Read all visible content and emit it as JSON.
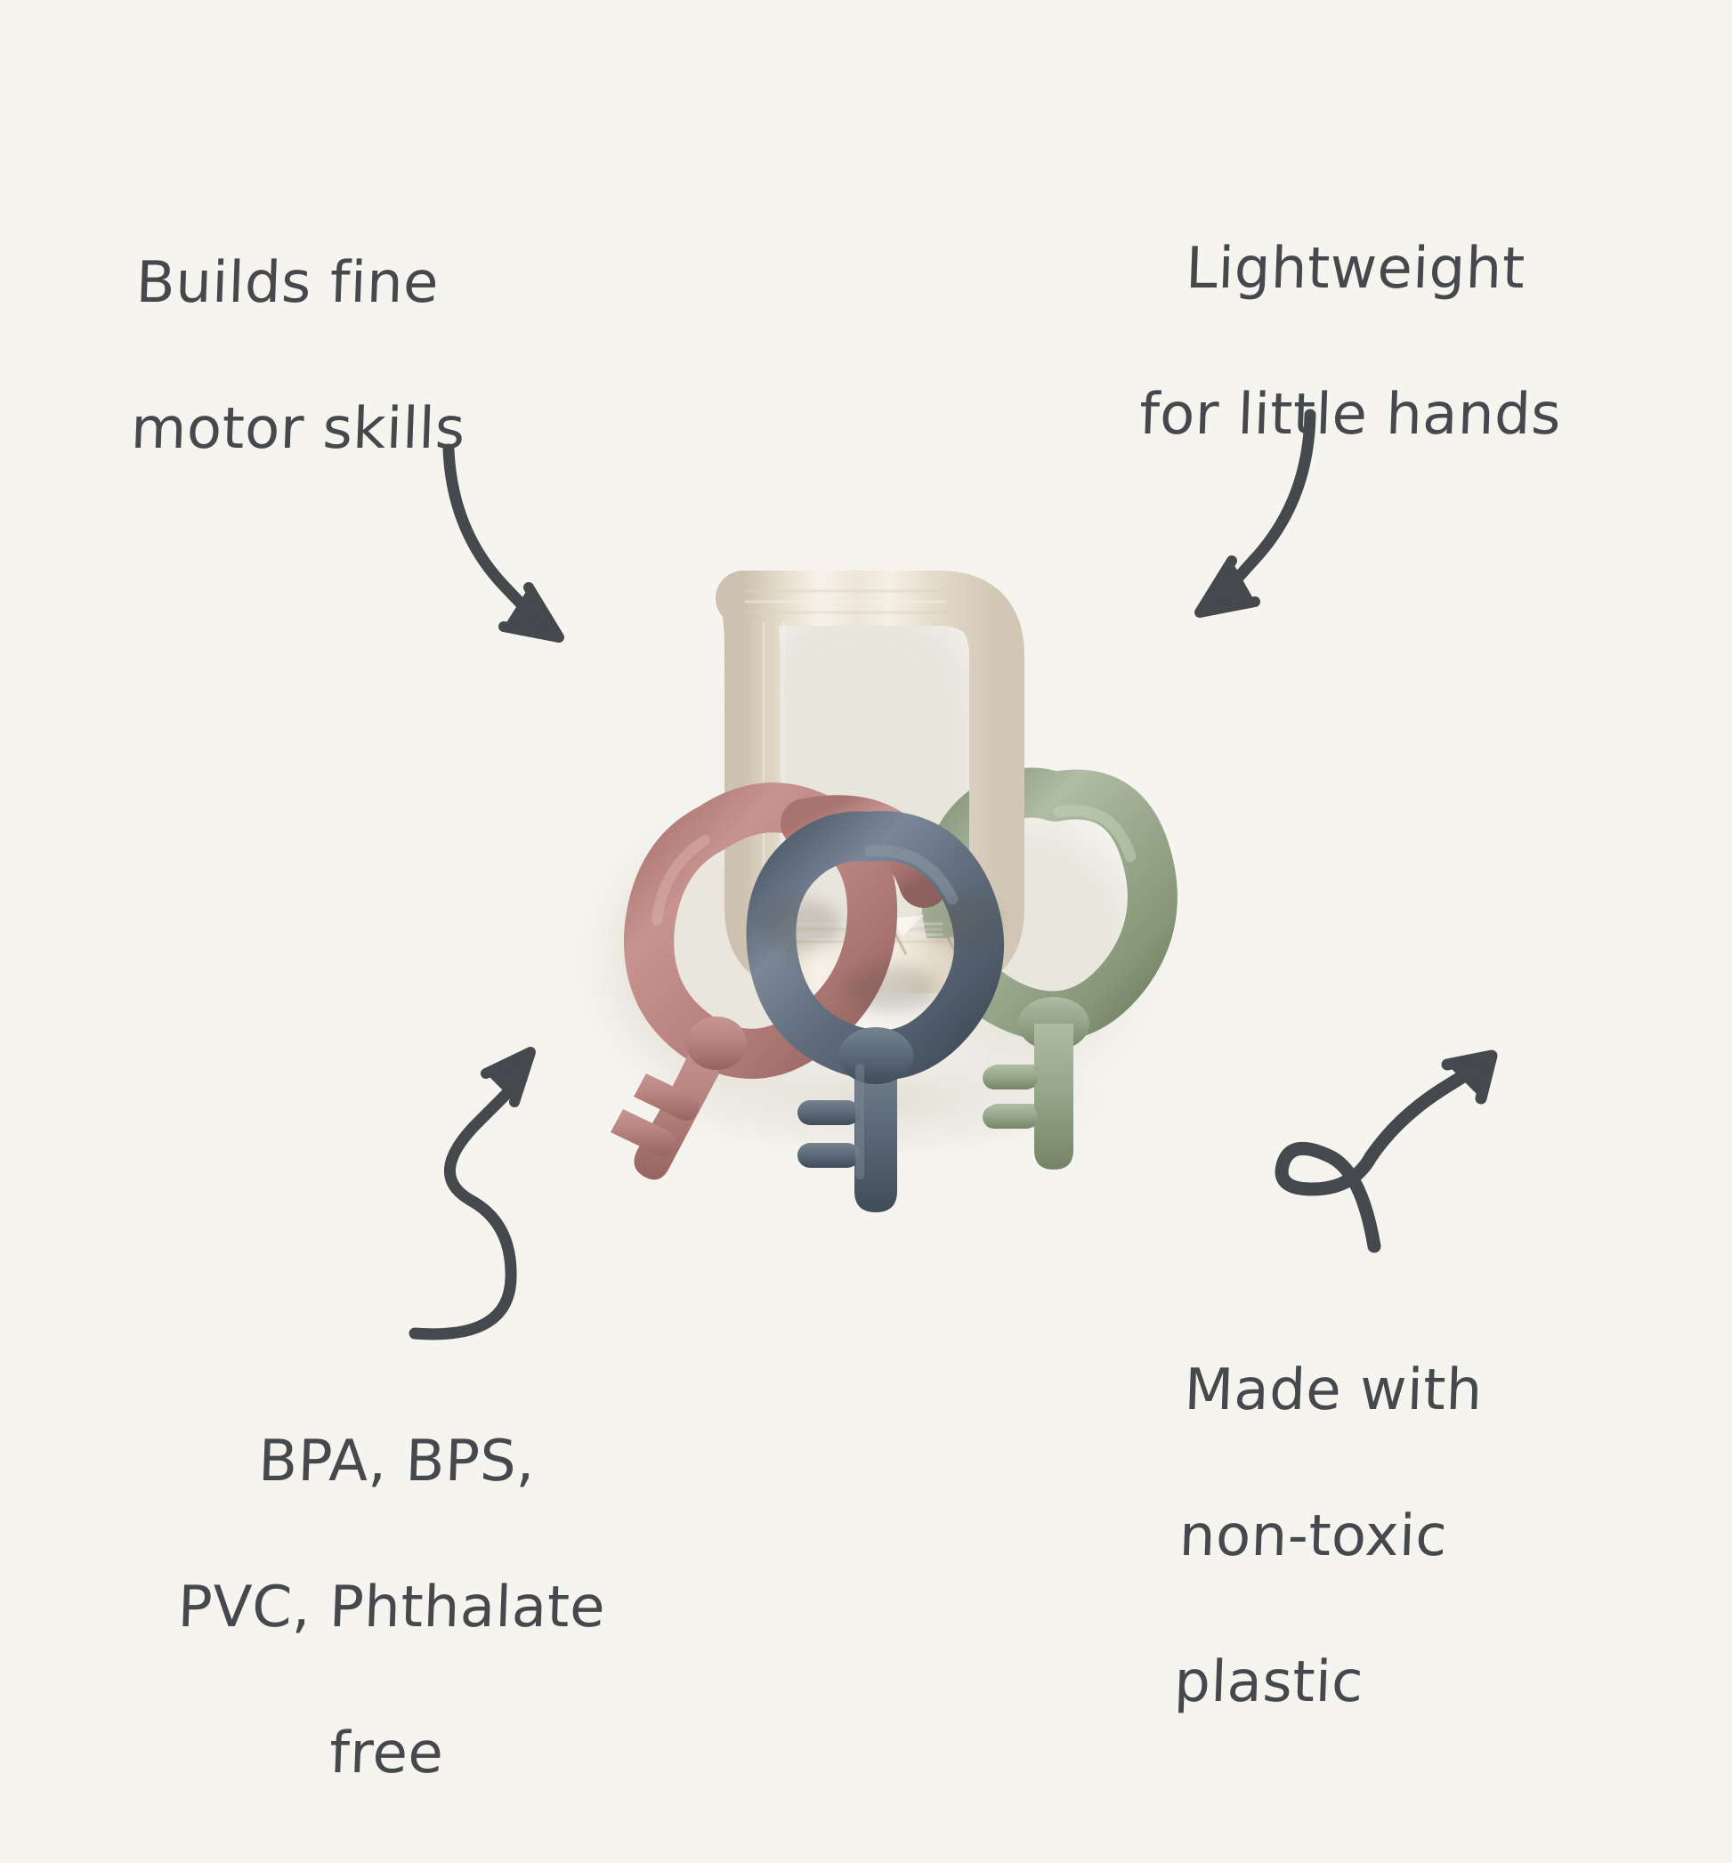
{
  "page": {
    "type": "product-feature-infographic",
    "background_color": "#F5F4EF",
    "text_color": "#45484C"
  },
  "callouts": [
    {
      "id": "builds-fine-motor-skills",
      "position": "top-left",
      "line1": "Builds fine",
      "line2": "motor skills",
      "arrow": "curved-arrow-down-right"
    },
    {
      "id": "lightweight-for-little-hands",
      "position": "top-right",
      "line1": "Lightweight",
      "line2": "for little hands",
      "arrow": "curved-arrow-down-left"
    },
    {
      "id": "bpa-bps-pvc-phthalate-free",
      "position": "bottom-left",
      "line1": "BPA, BPS,",
      "line2": "PVC, Phthalate",
      "line3": "free",
      "arrow": "s-curve-arrow-up-right"
    },
    {
      "id": "made-with-non-toxic-plastic",
      "position": "bottom-right",
      "line1": "Made with",
      "line2": "non-toxic",
      "line3": "plastic",
      "arrow": "looped-arrow-up-left"
    }
  ],
  "product": {
    "name": "silicone-key-ring-teether-toy",
    "ring": {
      "name": "cream-ridged-ring",
      "color": "#E8E0D2",
      "highlight": "#F6F1E7",
      "shadow": "#CBBFAC"
    },
    "keys": [
      {
        "name": "rose-key",
        "color": "#B98582",
        "highlight": "#CEA09B",
        "shadow": "#8E615F"
      },
      {
        "name": "slate-key",
        "color": "#5E6B7C",
        "highlight": "#7C8A99",
        "shadow": "#414C5A"
      },
      {
        "name": "sage-key",
        "color": "#96A78A",
        "highlight": "#B2C0A5",
        "shadow": "#6F805F"
      }
    ]
  }
}
